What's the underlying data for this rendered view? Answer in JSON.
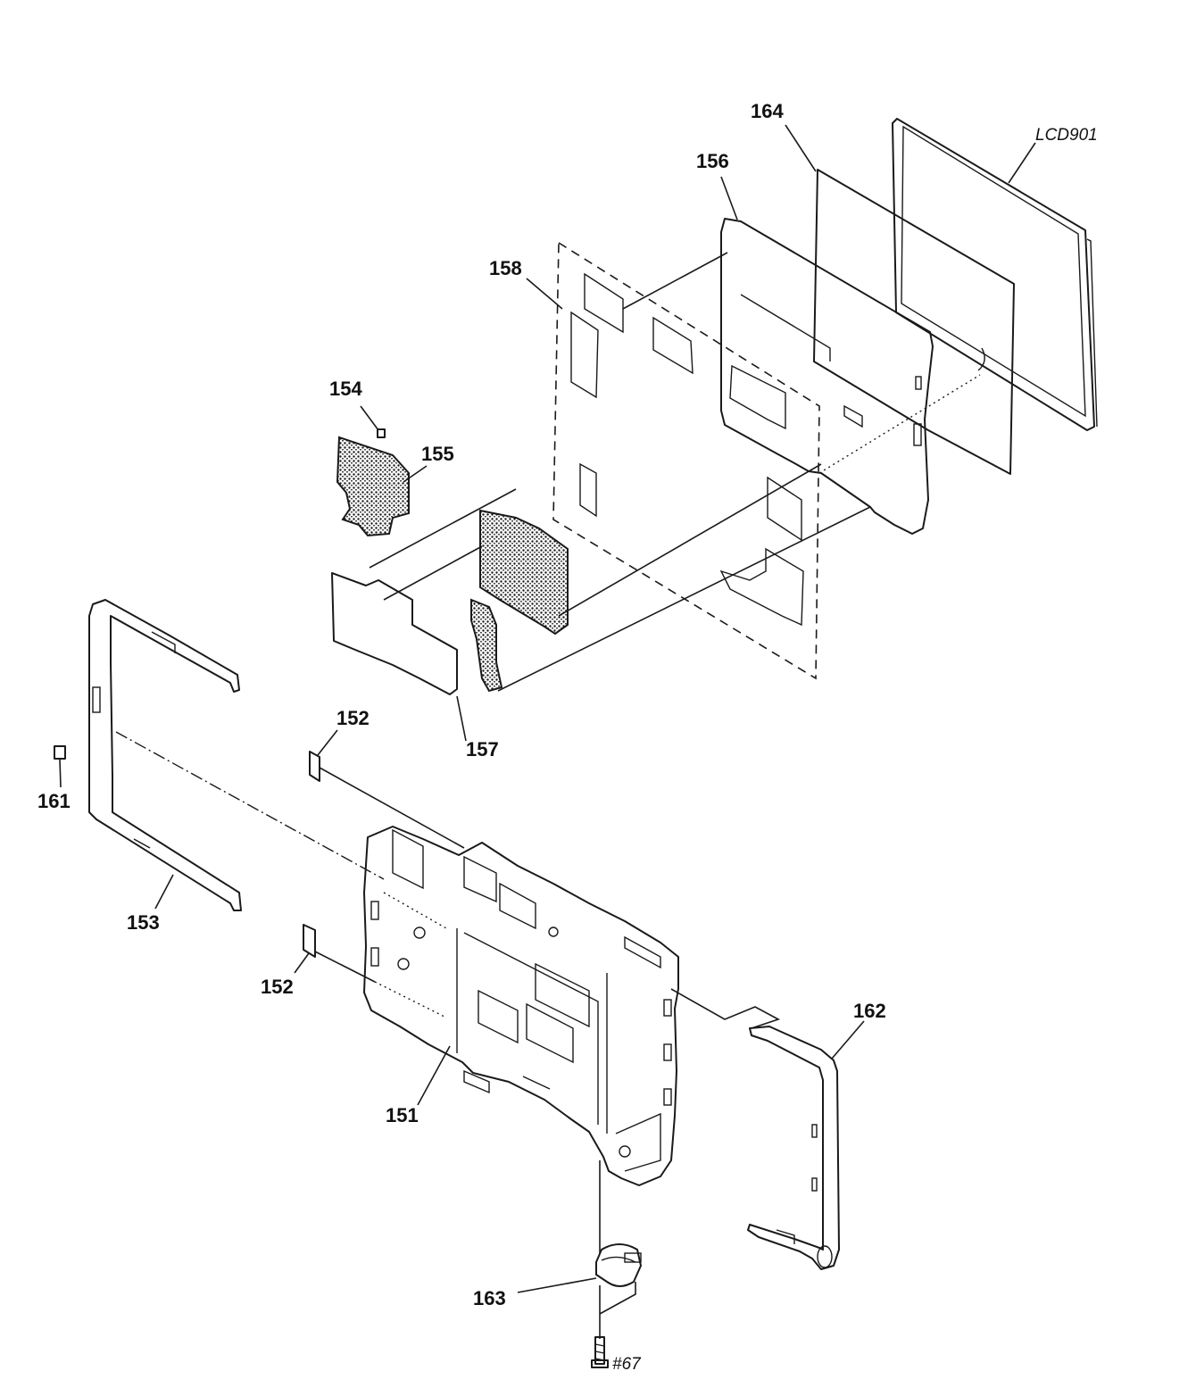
{
  "diagram": {
    "type": "exploded-parts-view",
    "callouts": {
      "lcd": "LCD901",
      "p164": "164",
      "p156": "156",
      "p158": "158",
      "p154": "154",
      "p155": "155",
      "p157": "157",
      "p152a": "152",
      "p161": "161",
      "p153": "153",
      "p152b": "152",
      "p151": "151",
      "p162": "162",
      "p163": "163",
      "screw": "#67"
    }
  }
}
